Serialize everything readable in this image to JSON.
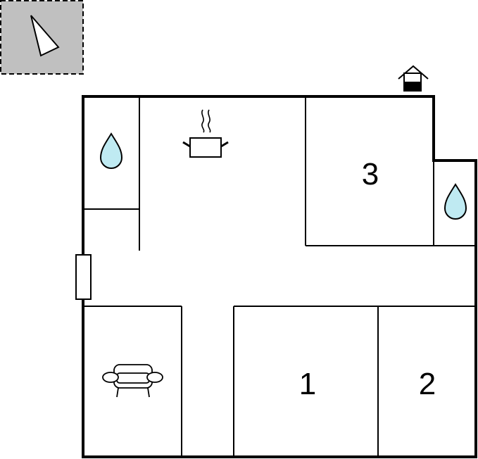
{
  "floorplan": {
    "rooms": [
      {
        "id": "bedroom-1",
        "label": "1",
        "icon": "none"
      },
      {
        "id": "bedroom-2",
        "label": "2",
        "icon": "none"
      },
      {
        "id": "bedroom-3",
        "label": "3",
        "icon": "none"
      },
      {
        "id": "kitchen",
        "label": "",
        "icon": "cooking-pot-icon"
      },
      {
        "id": "living-room",
        "label": "",
        "icon": "sofa-icon"
      },
      {
        "id": "bathroom-1",
        "label": "",
        "icon": "water-drop-icon"
      },
      {
        "id": "bathroom-2",
        "label": "",
        "icon": "water-drop-icon"
      }
    ],
    "symbols": [
      "compass-north-arrow-icon",
      "house-entrance-icon",
      "door-icon"
    ],
    "colors": {
      "wall": "#000000",
      "background": "#ffffff",
      "water": "#bfeaf2",
      "compass_fill": "#c0c0c0"
    }
  }
}
